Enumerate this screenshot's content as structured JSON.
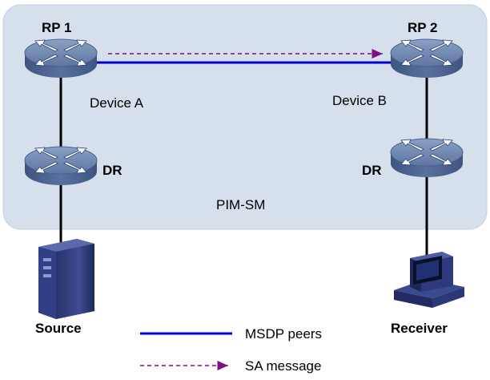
{
  "domain_area": {
    "label": "PIM-SM"
  },
  "nodes": {
    "rp1": {
      "role_label": "RP 1",
      "device_label": "Device A"
    },
    "rp2": {
      "role_label": "RP 2",
      "device_label": "Device B"
    },
    "dr_left": {
      "role_label": "DR"
    },
    "dr_right": {
      "role_label": "DR"
    },
    "source": {
      "label": "Source"
    },
    "receiver": {
      "label": "Receiver"
    }
  },
  "legend": {
    "msdp_peers": {
      "label": "MSDP peers",
      "color": "#0000cc"
    },
    "sa_message": {
      "label": "SA message",
      "color": "#7f0f7f"
    }
  },
  "colors": {
    "domain_fill": "#d6e0ec",
    "router_top": "#6f86ad",
    "router_body": "#4b6190",
    "link": "#000000"
  }
}
